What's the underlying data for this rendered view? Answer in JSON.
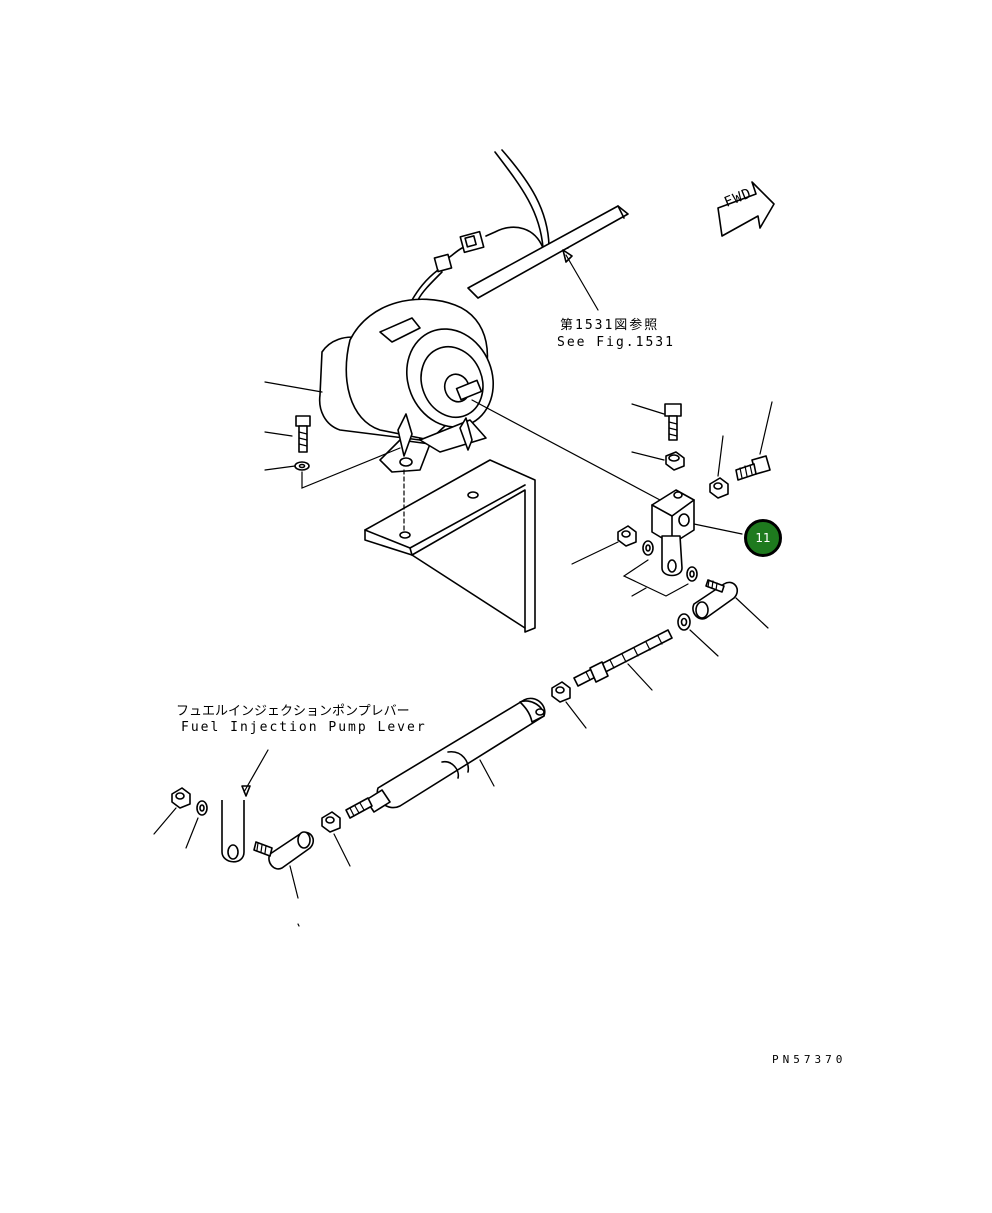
{
  "figure": {
    "fwd_label": "FWD",
    "ref_ja": "第1531図参照",
    "ref_en": "See Fig.1531",
    "lever_ja": "フュエルインジェクションポンプレバー",
    "lever_en": "Fuel Injection Pump Lever",
    "part_number": "PN57370",
    "callouts": [
      {
        "number": "11",
        "color": "#1e7a1e"
      }
    ]
  }
}
